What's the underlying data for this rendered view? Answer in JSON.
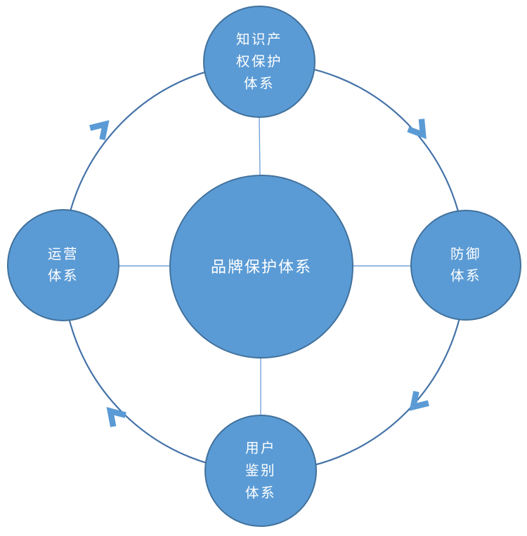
{
  "diagram": {
    "type": "radial-cycle",
    "direction": "clockwise",
    "center_node": {
      "id": "center",
      "label": "品牌保护体系",
      "lines": [
        "品牌保护体系"
      ]
    },
    "outer_nodes": [
      {
        "id": "top",
        "label": "知识产权保护体系",
        "lines": [
          "知识产",
          "权保护",
          "体系"
        ]
      },
      {
        "id": "right",
        "label": "防御体系",
        "lines": [
          "防御",
          "体系"
        ]
      },
      {
        "id": "bottom",
        "label": "用户鉴别体系",
        "lines": [
          "用户",
          "鉴别",
          "体系"
        ]
      },
      {
        "id": "left",
        "label": "运营体系",
        "lines": [
          "运营",
          "体系"
        ]
      }
    ],
    "arrow_count": 4,
    "colors": {
      "node_fill": "#5B9BD5",
      "node_stroke": "#41719C",
      "ring_stroke": "#4472A8",
      "connector_stroke": "#74A2D8",
      "arrow": "#5B9BD5",
      "label_text": "#FFFFFF",
      "background": "#FFFFFF"
    }
  }
}
